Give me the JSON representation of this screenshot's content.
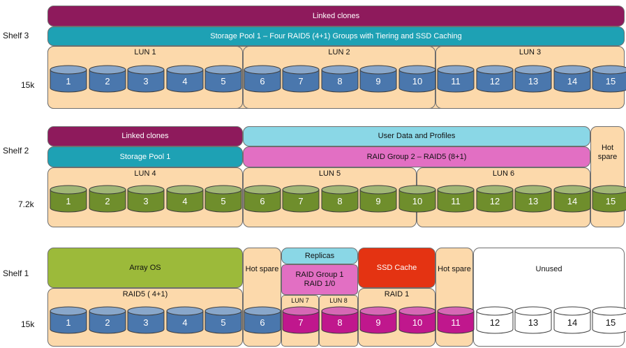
{
  "colors": {
    "peach": "#fcd9ab",
    "linked_clones": "#8e1a5c",
    "storage_pool": "#1ea1b4",
    "user_data": "#8ad7e6",
    "raid_pink": "#e26fc3",
    "array_os": "#9cba3a",
    "ssd_cache": "#e43312",
    "disk_blue": "#4a77ad",
    "disk_olive": "#6f8e2c",
    "disk_magenta": "#c0178d",
    "disk_white": "#ffffff"
  },
  "shelves": {
    "shelf3": {
      "label": "Shelf 3",
      "speed": "15k",
      "linked_clones": "Linked clones",
      "pool": "Storage  Pool  1 – Four RAID5 (4+1) Groups with Tiering and SSD Caching",
      "lun1": "LUN 1",
      "lun2": "LUN 2",
      "lun3": "LUN 3",
      "disks": [
        "1",
        "2",
        "3",
        "4",
        "5",
        "6",
        "7",
        "8",
        "9",
        "10",
        "11",
        "12",
        "13",
        "14",
        "15"
      ]
    },
    "shelf2": {
      "label": "Shelf 2",
      "speed": "7.2k",
      "linked_clones": "Linked clones",
      "pool": "Storage  Pool  1",
      "user_data": "User Data and Profiles",
      "raid_group2": "RAID  Group 2 – RAID5 (8+1)",
      "hot_spare": "Hot spare",
      "lun4": "LUN 4",
      "lun5": "LUN 5",
      "lun6": "LUN 6",
      "disks": [
        "1",
        "2",
        "3",
        "4",
        "5",
        "6",
        "7",
        "8",
        "9",
        "10",
        "11",
        "12",
        "13",
        "14",
        "15"
      ]
    },
    "shelf1": {
      "label": "Shelf 1",
      "speed": "15k",
      "array_os": "Array OS",
      "raid5": "RAID5 ( 4+1)",
      "hot_spare_a": "Hot spare",
      "replicas": "Replicas",
      "raid_group1": "RAID  Group 1 RAID 1/0",
      "lun7": "LUN 7",
      "lun8": "LUN 8",
      "ssd_cache": "SSD Cache",
      "raid1": "RAID 1",
      "hot_spare_b": "Hot spare",
      "unused": "Unused",
      "disks": [
        "1",
        "2",
        "3",
        "4",
        "5",
        "6",
        "7",
        "8",
        "9",
        "10",
        "11",
        "12",
        "13",
        "14",
        "15"
      ]
    }
  }
}
